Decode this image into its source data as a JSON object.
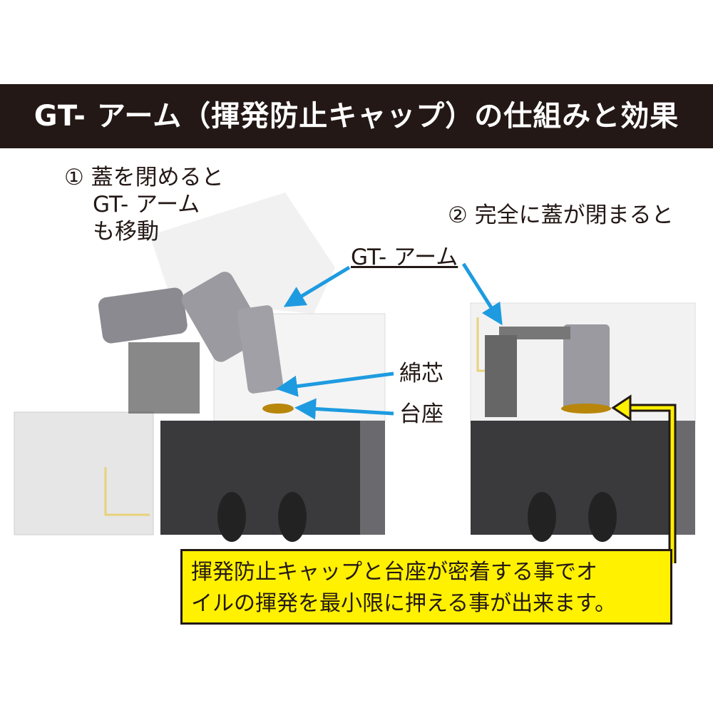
{
  "header": {
    "title": "GT- アーム（揮発防止キャップ）の仕組みと効果"
  },
  "step1": {
    "number": "①",
    "line1": "蓋を閉めると",
    "line2": "GT- アーム",
    "line3": "も移動"
  },
  "step2": {
    "number": "②",
    "text": "完全に蓋が閉まると"
  },
  "labels": {
    "gt_arm": "GT- アーム",
    "wick": "綿芯",
    "base": "台座"
  },
  "note": {
    "line1": "揮発防止キャップと台座が密着する事でオ",
    "line2": "イルの揮発を最小限に押える事が出来ます。"
  },
  "colors": {
    "header_bg": "#231815",
    "arrow_blue": "#1e9be0",
    "note_bg": "#fff100"
  }
}
